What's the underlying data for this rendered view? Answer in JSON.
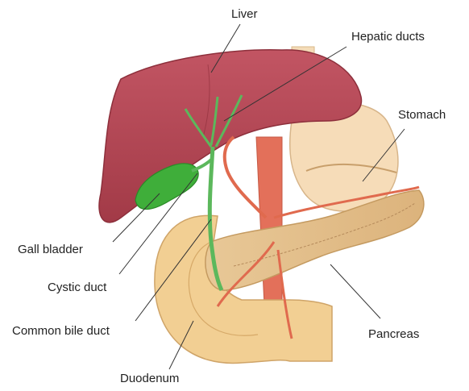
{
  "labels": {
    "liver": "Liver",
    "hepatic_ducts": "Hepatic ducts",
    "stomach": "Stomach",
    "gall_bladder": "Gall bladder",
    "cystic_duct": "Cystic duct",
    "common_bile_duct": "Common bile duct",
    "pancreas": "Pancreas",
    "duodenum": "Duodenum"
  },
  "colors": {
    "liver": "#b2444f",
    "gall_bladder": "#3fae3a",
    "bile_duct": "#5cb85c",
    "artery": "#e06a4e",
    "stomach": "#f6dcb8",
    "pancreas": "#e6c391",
    "duodenum": "#f2cf93",
    "leader_line": "#333333"
  }
}
